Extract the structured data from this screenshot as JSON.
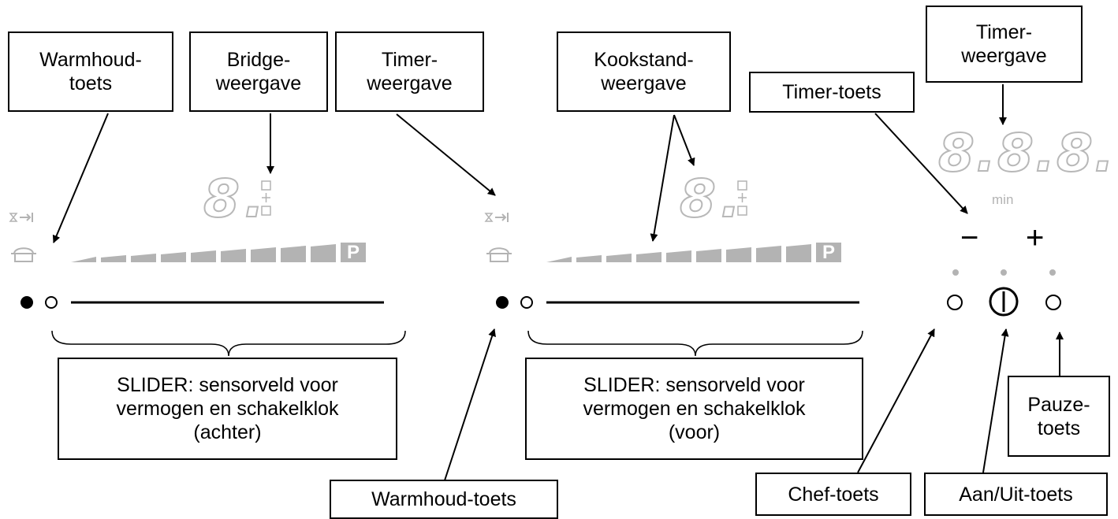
{
  "labels": {
    "warmhoud_top": "Warmhoud-\ntoets",
    "bridge": "Bridge-\nweergave",
    "timer_mid": "Timer-\nweergave",
    "kookstand": "Kookstand-\nweergave",
    "timer_toets": "Timer-toets",
    "timer_right": "Timer-\nweergave",
    "slider_back": "SLIDER: sensorveld voor\nvermogen en schakelklok\n(achter)",
    "slider_front": "SLIDER: sensorveld voor\nvermogen en schakelklok\n(voor)",
    "warmhoud_bottom": "Warmhoud-toets",
    "chef": "Chef-toets",
    "aanuit": "Aan/Uit-toets",
    "pauze": "Pauze-\ntoets"
  },
  "displays": {
    "zone_digit": "8.",
    "timer_digits": "8.8.8.",
    "timer_unit": "min",
    "power_level_max": "P",
    "minus": "−",
    "plus": "+"
  },
  "colors": {
    "display_gray": "#b3b3b3",
    "line": "#000000"
  }
}
